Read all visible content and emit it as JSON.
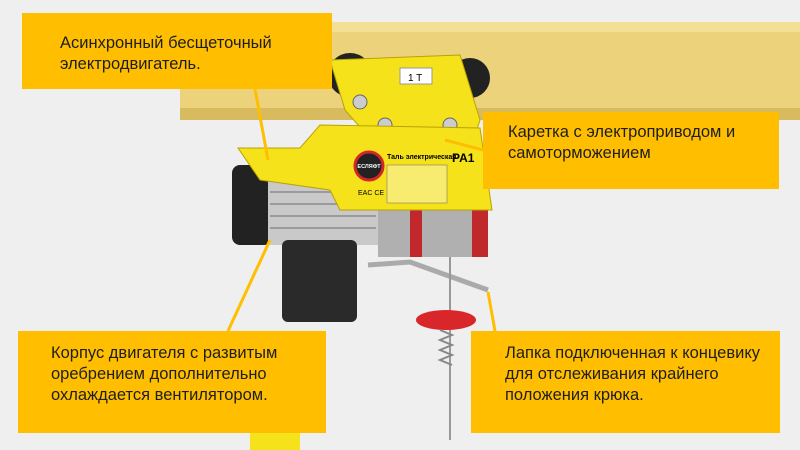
{
  "callouts": {
    "motor": "Асинхронный бесщеточный электродвигатель.",
    "carriage": "Каретка с электроприводом и самоторможением",
    "housing": "Корпус двигателя с развитым оребрением дополнительно охлаждается вентилятором.",
    "lever": "Лапка подключенная к концевику для отслеживания крайнего положения крюка."
  },
  "product": {
    "capacity_label": "1 T",
    "name_label": "Таль электрическая",
    "model_label": "PA1",
    "brand_label": "ЕСЛЯФТ",
    "marks": "EAC CE"
  },
  "colors": {
    "callout": "#ffbf00",
    "body": "#f5e21a",
    "beam": "#ecd27a",
    "background": "#efefef"
  }
}
